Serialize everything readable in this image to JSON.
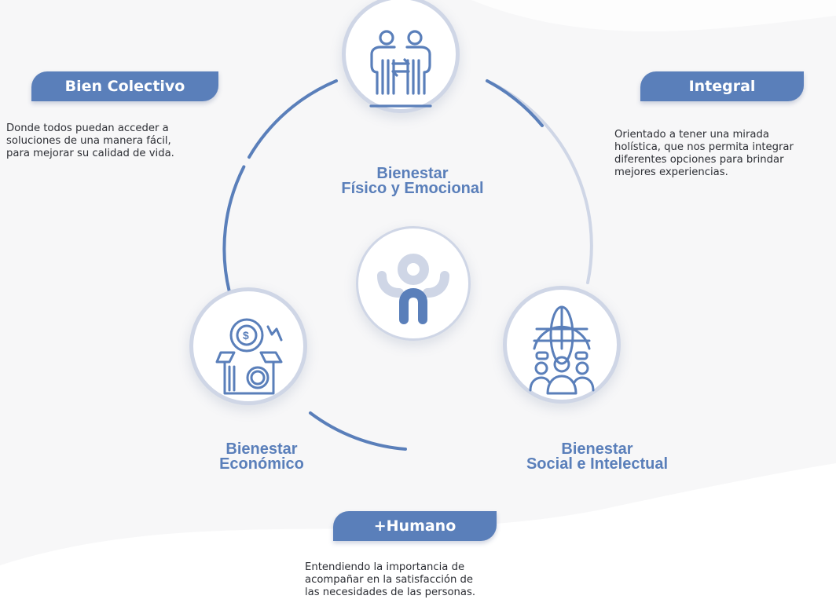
{
  "colors": {
    "accent": "#5a7fba",
    "ring_light": "#cfd6e6",
    "text": "#2d2f35"
  },
  "nodes": {
    "top": {
      "label": "Bienestar\nFísico y Emocional",
      "icon": "people-exchange-icon"
    },
    "left": {
      "label": "Bienestar\nEconómico",
      "icon": "money-box-icon"
    },
    "right": {
      "label": "Bienestar\nSocial e Intelectual",
      "icon": "globe-community-icon"
    },
    "center": {
      "icon": "person-logo-icon"
    }
  },
  "tags": {
    "bien_colectivo": "Bien Colectivo",
    "integral": "Integral",
    "humano": "+Humano"
  },
  "descriptions": {
    "bien_colectivo": "Donde todos puedan acceder a\nsoluciones de una manera fácil,\npara mejorar su calidad de vida.",
    "integral": "Orientado a tener una mirada\nholística, que nos permita integrar\ndiferentes opciones para brindar\nmejores experiencias.",
    "humano": "Entendiendo la importancia de\nacompañar en la satisfacción de\nlas necesidades de las personas."
  }
}
